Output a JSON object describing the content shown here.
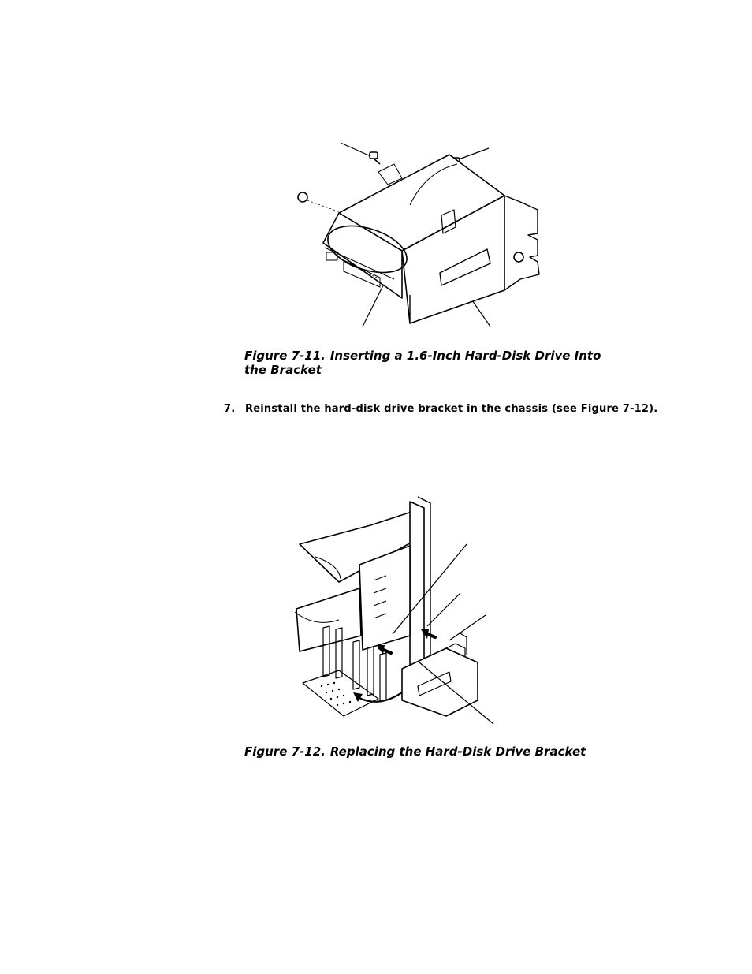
{
  "figure_7_11": {
    "number": "Figure 7-11.",
    "title": "Inserting a 1.6-Inch Hard-Disk Drive Into the Bracket"
  },
  "step": {
    "number": "7.",
    "text": "Reinstall the hard-disk drive bracket in the chassis (see Figure 7-12)."
  },
  "figure_7_12": {
    "number": "Figure 7-12.",
    "title": "Replacing the Hard-Disk Drive Bracket"
  }
}
